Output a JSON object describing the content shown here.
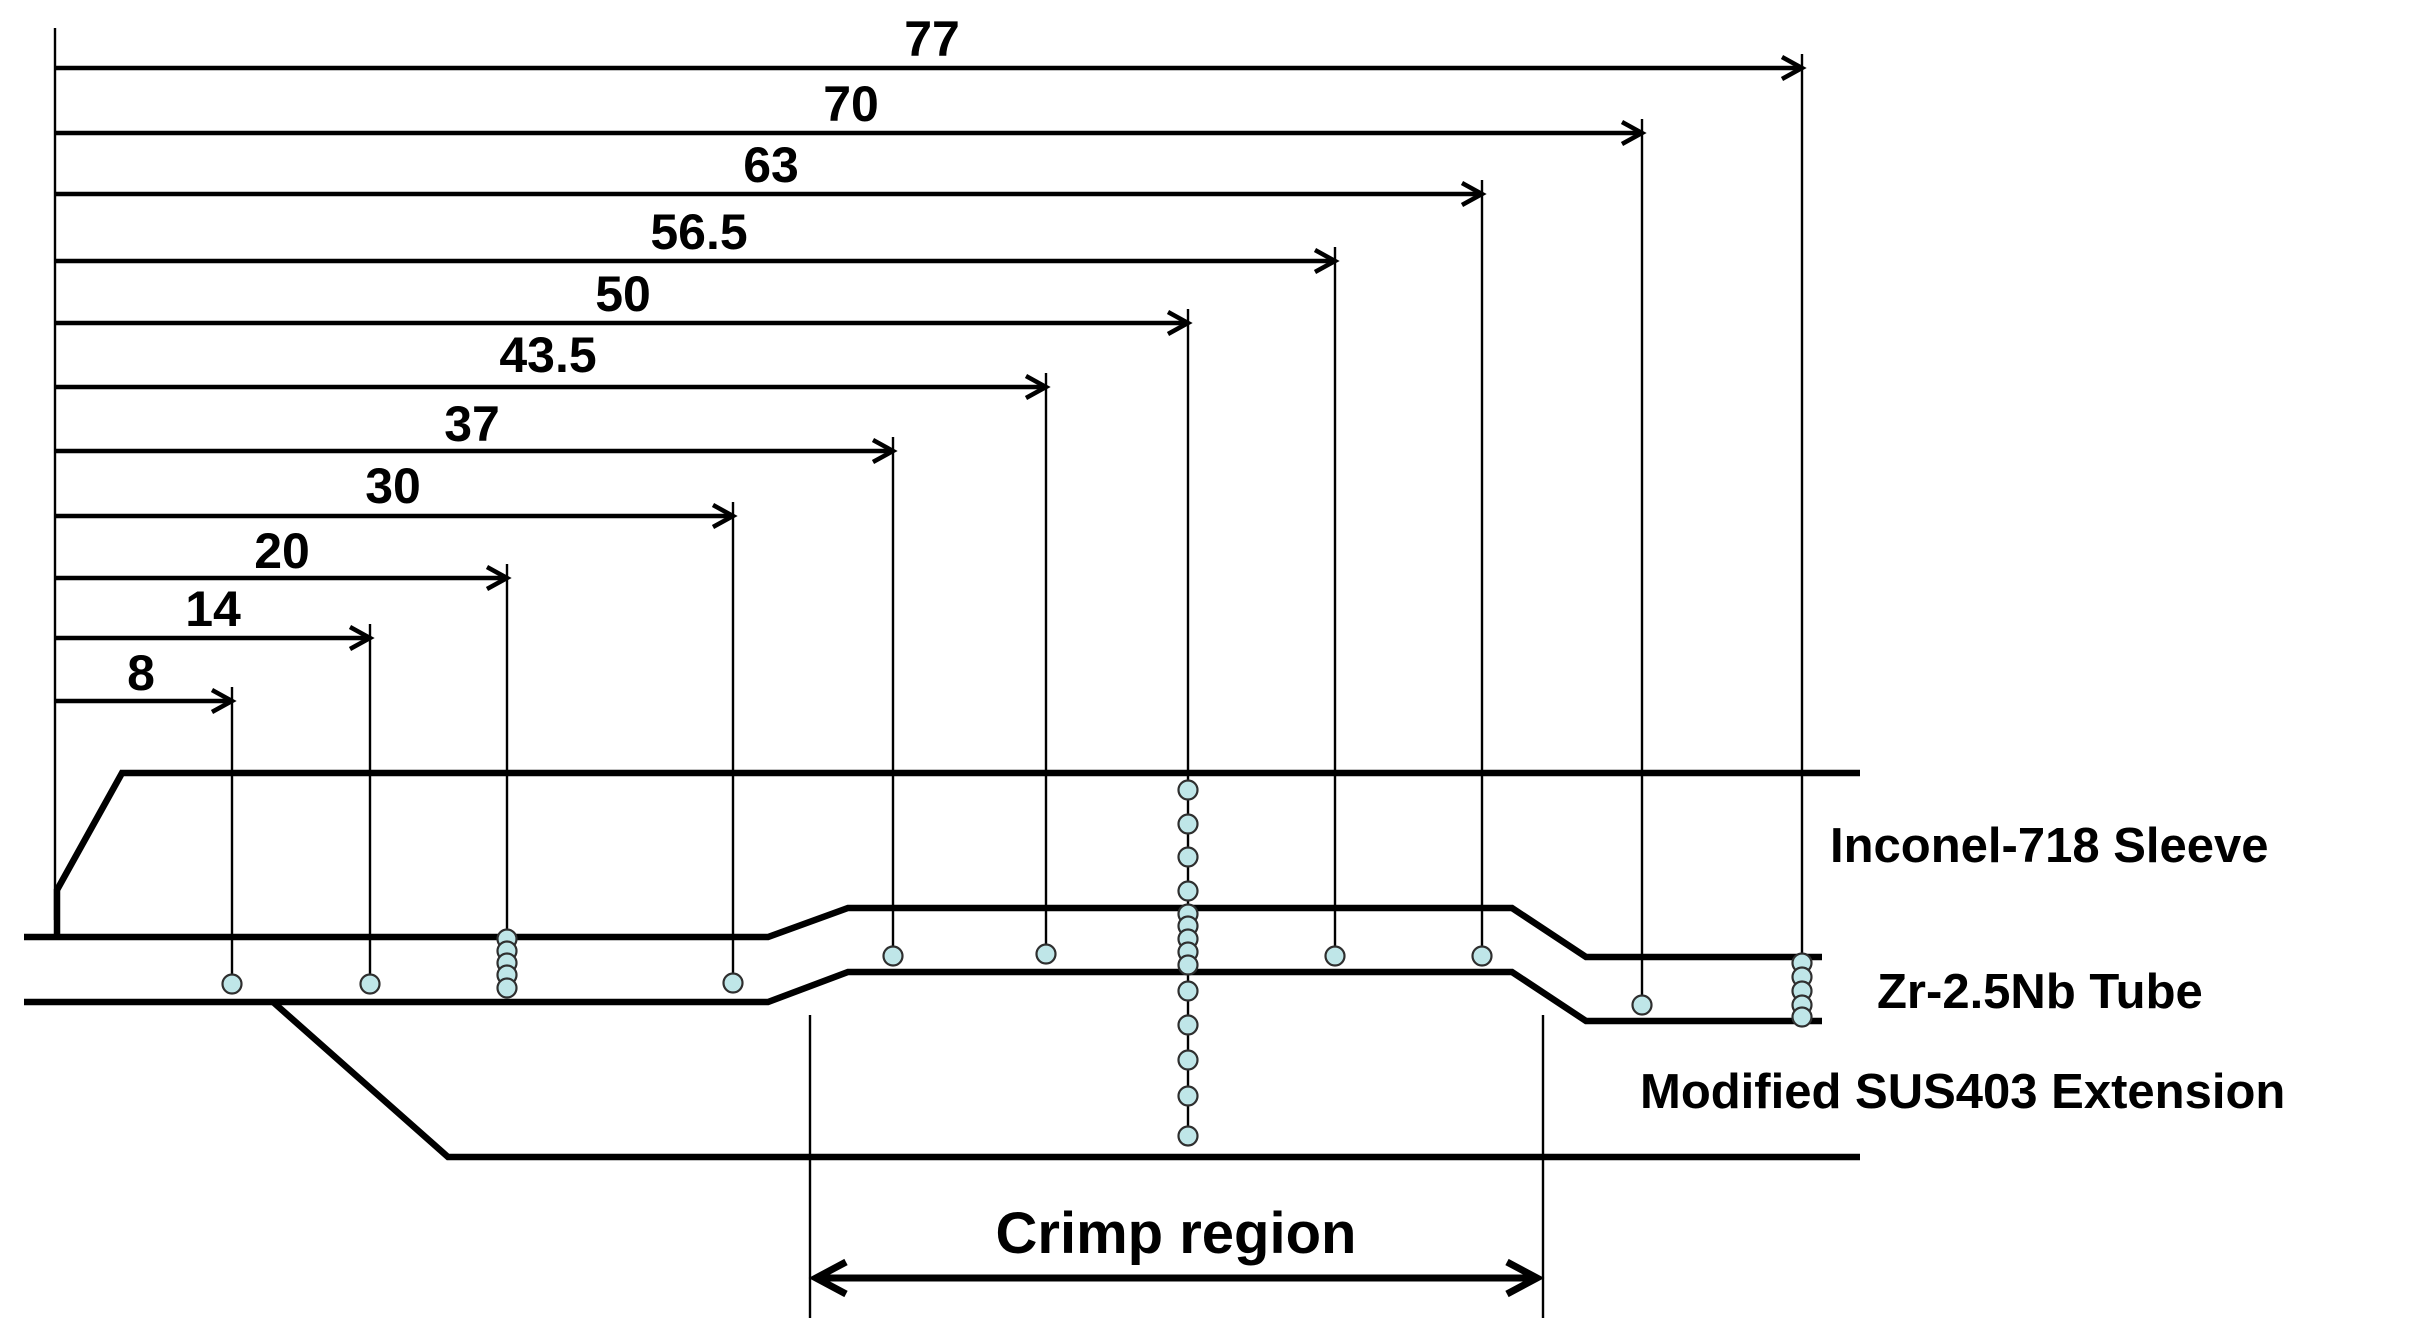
{
  "diagram": {
    "dimensions": [
      "77",
      "70",
      "63",
      "56.5",
      "50",
      "43.5",
      "37",
      "30",
      "20",
      "14",
      "8"
    ],
    "parts": {
      "sleeve": "Inconel-718 Sleeve",
      "tube": "Zr-2.5Nb Tube",
      "extension": "Modified SUS403 Extension"
    },
    "crimp_label": "Crimp region",
    "marker_color": "#bfe6e8"
  }
}
